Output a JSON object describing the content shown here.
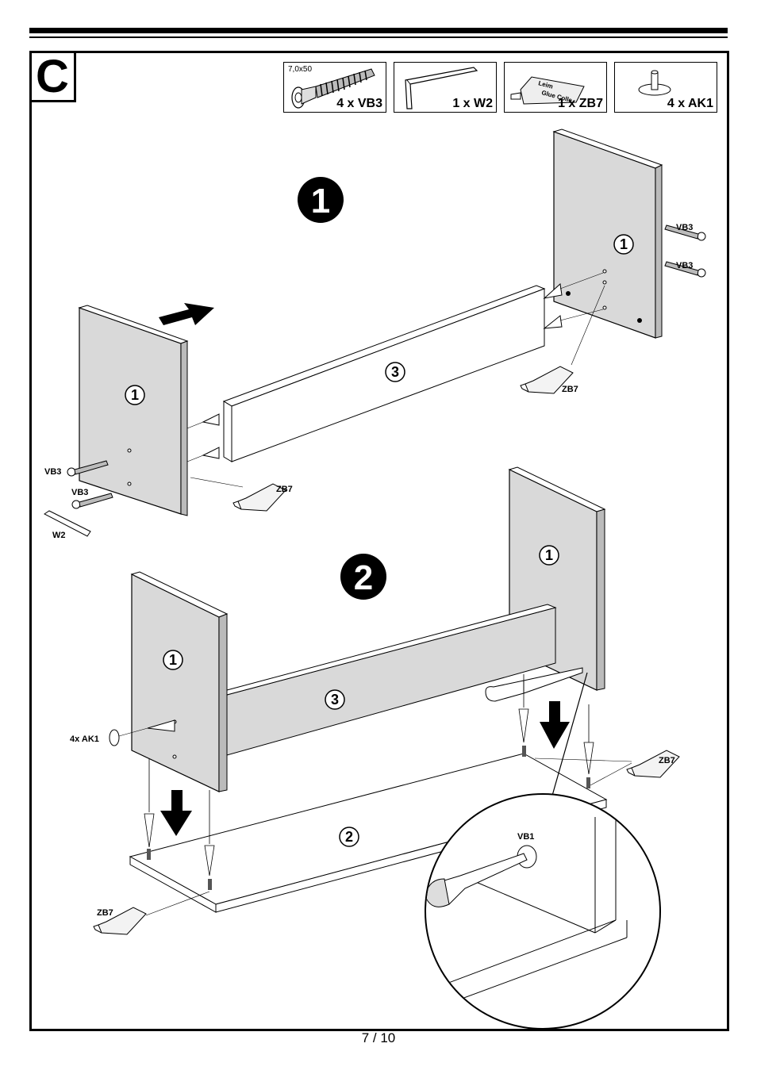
{
  "section_letter": "C",
  "parts": [
    {
      "size": "7,0x50",
      "label": "4 x VB3",
      "icon": "cam-bolt-icon"
    },
    {
      "size": "",
      "label": "1 x W2",
      "icon": "allen-key-icon"
    },
    {
      "size": "",
      "label": "1 x ZB7",
      "icon": "glue-tube-icon"
    },
    {
      "size": "",
      "label": "4 x AK1",
      "icon": "shelf-pin-icon"
    }
  ],
  "steps": [
    "1",
    "2"
  ],
  "panel_numbers": {
    "side": "1",
    "bottom": "2",
    "rail": "3"
  },
  "callouts": {
    "vb3": "VB3",
    "zb7": "ZB7",
    "w2": "W2",
    "ak1": "4x AK1",
    "vb1": "VB1"
  },
  "glue_text": {
    "line1": "Leim",
    "line2": "Glue Colle"
  },
  "page_number": "7 / 10"
}
